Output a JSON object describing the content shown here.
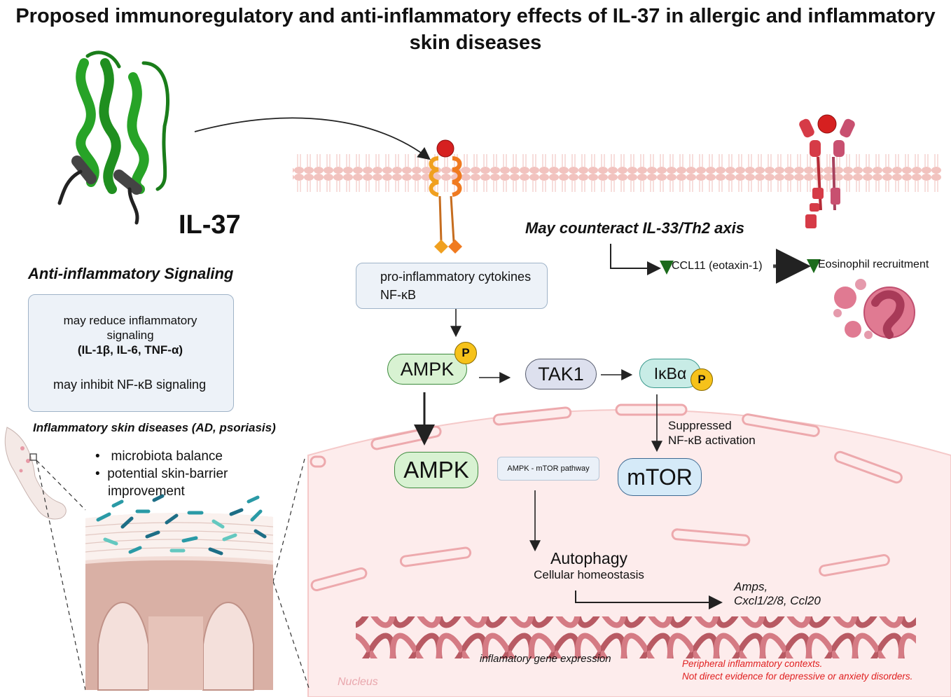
{
  "title": "Proposed immunoregulatory and anti-inflammatory effects of IL-37 in allergic and inflammatory skin diseases",
  "il37_label": "IL-37",
  "anti_inflammatory": {
    "heading": "Anti-inflammatory Signaling",
    "item1_line1": "may reduce inflammatory",
    "item1_line2": "signaling",
    "item1_bold": "(IL-1β, IL-6, TNF-α)",
    "item2": "may inhibit NF-κB signaling"
  },
  "skin": {
    "heading": "Inflammatory skin diseases (AD, psoriasis)",
    "bullet1": "microbiota balance",
    "bullet2_line1": "potential skin-barrier",
    "bullet2_line2": "improvement"
  },
  "receptor_box": {
    "line1": "pro-inflammatory cytokines",
    "line2": "NF-κB"
  },
  "th2": {
    "heading": "May counteract IL-33/Th2 axis",
    "ccl11": "CCL11 (eotaxin-1)",
    "eos": "Eosinophil recruitment"
  },
  "pathway": {
    "ampk_top": "AMPK",
    "p_badge": "P",
    "tak1": "TAK1",
    "ikba": "IκBα",
    "ampk_bottom": "AMPK",
    "ampk_mtor": "AMPK - mTOR pathway",
    "mtor": "mTOR",
    "suppressed_line1": "Suppressed",
    "suppressed_line2": "NF-κB activation",
    "autophagy": "Autophagy",
    "homeostasis": "Cellular homeostasis",
    "amps_line1": "Amps,",
    "amps_line2": "Cxcl1/2/8, Ccl20",
    "gene_expression": "inflamatory gene expression",
    "nucleus": "Nucleus",
    "disclaimer_line1": "Peripheral inflammatory contexts.",
    "disclaimer_line2": "Not direct evidence for depressive or anxiety disorders."
  },
  "colors": {
    "membrane": "#f3c9c6",
    "nucleus": "#fdecec",
    "green_arrow": "#1c6b1c",
    "disclaimer": "#e02020",
    "protein_green": "#27a327",
    "receptor_red": "#d63b47"
  }
}
